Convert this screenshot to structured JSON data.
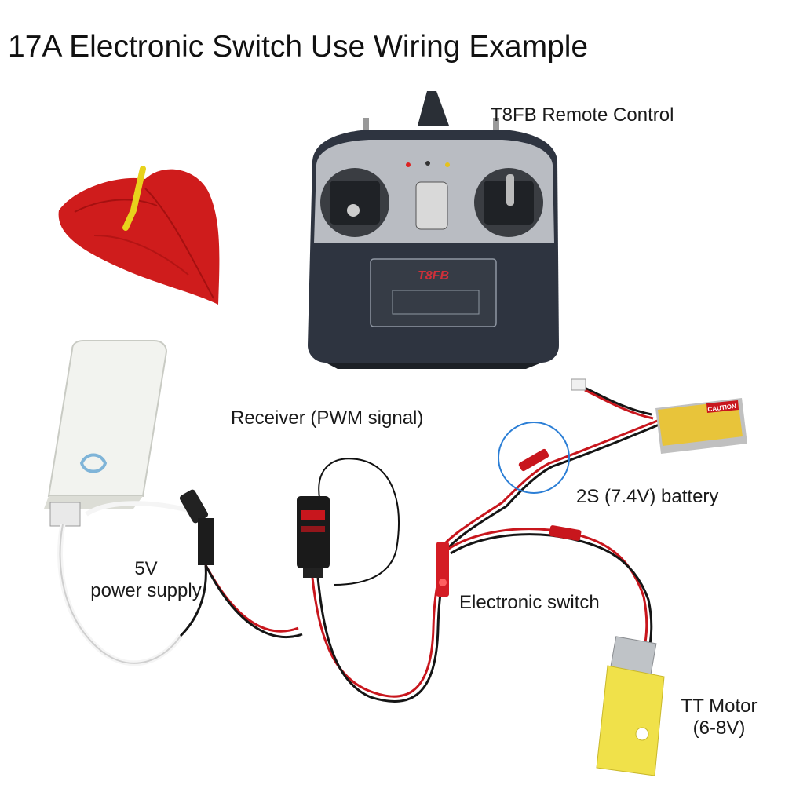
{
  "title": "17A Electronic Switch Use Wiring Example",
  "labels": {
    "remote": "T8FB Remote Control",
    "receiver": "Receiver (PWM signal)",
    "battery": "2S (7.4V) battery",
    "power_line1": "5V",
    "power_line2": "power supply",
    "switch": "Electronic switch",
    "motor_line1": "TT Motor",
    "motor_line2": "(6-8V)"
  },
  "product_text": {
    "remote_logo": "T8FB",
    "battery_caution": "CAUTION"
  },
  "colors": {
    "flower": "#d42020",
    "remote_body": "#2e3440",
    "remote_panel": "#b9bcc2",
    "battery": "#e8c43a",
    "motor": "#f0e14a",
    "highlight_circle": "#2c7fd6",
    "wire_red": "#c8161d",
    "wire_black": "#151515",
    "power_bank": "#f2f3ef"
  }
}
